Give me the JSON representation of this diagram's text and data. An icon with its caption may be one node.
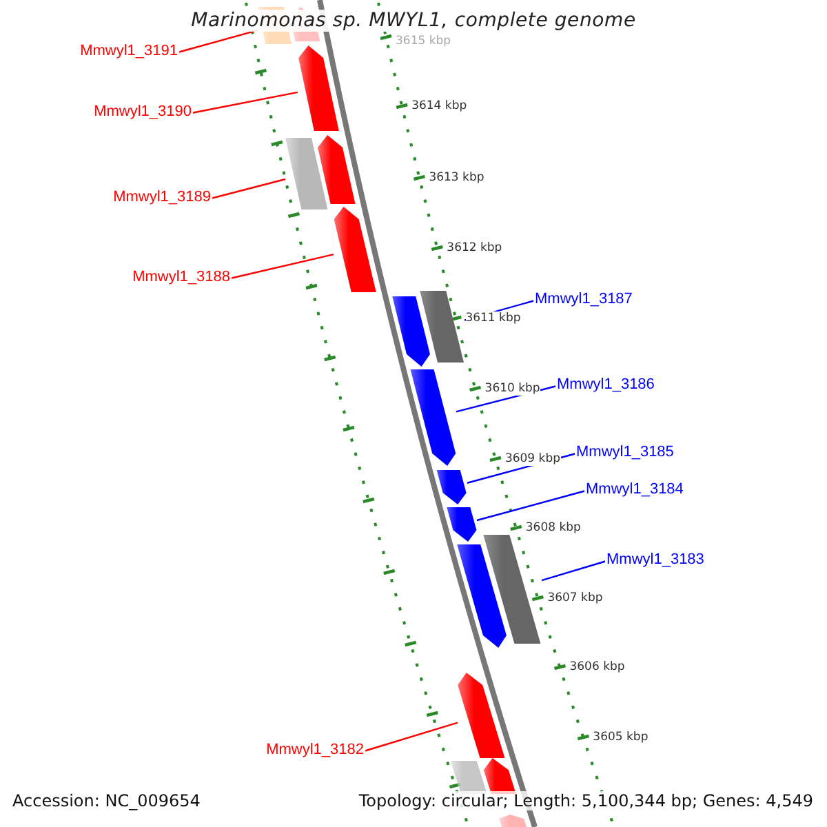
{
  "diagram": {
    "title": "Marinomonas sp. MWYL1, complete genome",
    "nodes": [
      {
        "text": [
          "Mmwyl1_3191"
        ]
      },
      {
        "text": [
          "Mmwyl1_3190"
        ]
      },
      {
        "text": [
          "Mmwyl1_3189"
        ]
      },
      {
        "text": [
          "Mmwyl1_3188"
        ]
      },
      {
        "text": [
          "Mmwyl1_3187"
        ]
      },
      {
        "text": [
          "Mmwyl1_3186"
        ]
      },
      {
        "text": [
          "Mmwyl1_3185"
        ]
      },
      {
        "text": [
          "Mmwyl1_3184"
        ]
      },
      {
        "text": [
          "Mmwyl1_3183"
        ]
      },
      {
        "text": [
          "Mmwyl1_3182"
        ]
      },
      {
        "text": [],
        "shape": "box"
      },
      {
        "text": [],
        "shape": "arrow"
      },
      {
        "text": [],
        "shape": "arrow"
      },
      {
        "text": [],
        "shape": "arrow"
      },
      {
        "text": [],
        "shape": "box"
      },
      {
        "text": [],
        "shape": "arrow"
      },
      {
        "text": [],
        "shape": "box"
      },
      {
        "text": [],
        "shape": "arrow"
      },
      {
        "text": [],
        "shape": "arrow"
      },
      {
        "text": [],
        "shape": "arrow"
      },
      {
        "text": [],
        "shape": "arrow"
      },
      {
        "text": [],
        "shape": "box"
      },
      {
        "text": [],
        "shape": "arrow"
      },
      {
        "text": [],
        "shape": "arrow"
      },
      {
        "text": [],
        "shape": "arrow"
      },
      {
        "text": [],
        "shape": "box"
      },
      {
        "text": [],
        "shape": "arrow"
      }
    ],
    "edges": [
      {
        "from": 0,
        "to": 10,
        "arrow": "none"
      },
      {
        "from": 1,
        "to": 12,
        "arrow": "none"
      },
      {
        "from": 2,
        "to": 14,
        "arrow": "none"
      },
      {
        "from": 3,
        "to": 15,
        "arrow": "none"
      },
      {
        "from": 4,
        "to": 16,
        "arrow": "none",
        "color": "#0000ff"
      },
      {
        "from": 5,
        "to": 18,
        "arrow": "none",
        "color": "#0000ff"
      },
      {
        "from": 6,
        "to": 19,
        "arrow": "none",
        "color": "#0000ff"
      },
      {
        "from": 7,
        "to": 20,
        "arrow": "none",
        "color": "#0000ff"
      },
      {
        "from": 8,
        "to": 21,
        "arrow": "none",
        "color": "#0000ff"
      },
      {
        "from": 9,
        "to": 23,
        "arrow": "none"
      }
    ],
    "labels": [
      "3615 kbp",
      "3614 kbp",
      "3613 kbp",
      "3612 kbp",
      "3611 kbp",
      "3610 kbp",
      "3609 kbp",
      "3608 kbp",
      "3607 kbp",
      "3606 kbp",
      "3605 kbp",
      "Accession: NC_009654",
      "Topology: circular; Length: 5,100,344 bp; Genes: 4,549"
    ]
  }
}
